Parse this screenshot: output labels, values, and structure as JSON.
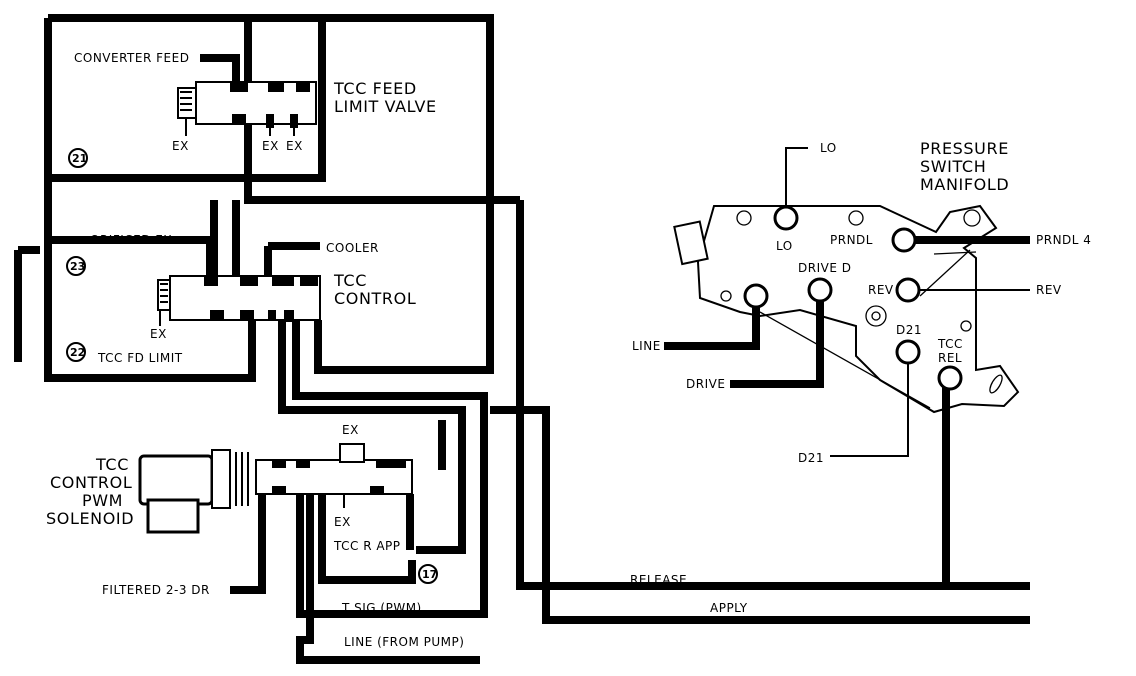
{
  "labels": {
    "converter_feed": "CONVERTER FEED",
    "tcc_feed_limit_valve_1": "TCC FEED",
    "tcc_feed_limit_valve_2": "LIMIT VALVE",
    "ex": "EX",
    "orificed_ex": "ORIFICED EX",
    "cooler": "COOLER",
    "tcc_control_1": "TCC",
    "tcc_control_2": "CONTROL",
    "tcc_fd_limit": "TCC FD LIMIT",
    "solenoid_1": "TCC",
    "solenoid_2": "CONTROL",
    "solenoid_3": "PWM",
    "solenoid_4": "SOLENOID",
    "tcc_r_app": "TCC R APP",
    "filtered_23_dr": "FILTERED 2-3 DR",
    "t_sig_pwm": "T SIG (PWM)",
    "line_from_pump": "LINE (FROM PUMP)",
    "release": "RELEASE",
    "apply": "APPLY",
    "psm_1": "PRESSURE",
    "psm_2": "SWITCH",
    "psm_3": "MANIFOLD",
    "lo_top": "LO",
    "lo_port": "LO",
    "prndl_port": "PRNDL",
    "prndl_4": "PRNDL 4",
    "drive_port": "DRIVE D",
    "rev_port": "REV",
    "rev": "REV",
    "d21_port": "D21",
    "tcc_rel_1": "TCC",
    "tcc_rel_2": "REL",
    "line": "LINE",
    "drive": "DRIVE",
    "d21": "D21"
  },
  "callouts": {
    "c21": "21",
    "c23": "23",
    "c22": "22",
    "c17": "17"
  }
}
